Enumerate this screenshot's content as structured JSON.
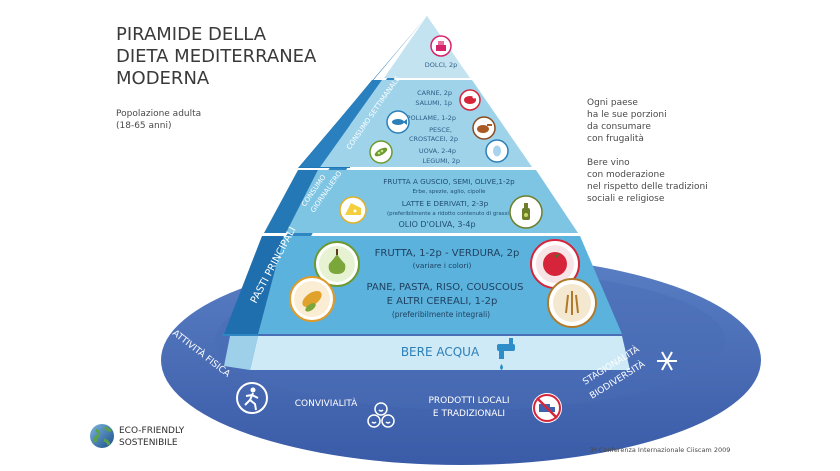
{
  "title": [
    "PIRAMIDE DELLA",
    "DIETA MEDITERRANEA",
    "MODERNA"
  ],
  "population": [
    "Popolazione adulta",
    "(18-65 anni)"
  ],
  "right_note_1": [
    "Ogni paese",
    "ha le sue porzioni",
    "da consumare",
    "con frugalità"
  ],
  "right_note_2": [
    "Bere vino",
    "con moderazione",
    "nel rispetto delle tradizioni",
    "sociali e religiose"
  ],
  "side_labels": {
    "weekly": "CONSUMO SETTIMANALE",
    "daily": [
      "CONSUMO",
      "GIORNALIERO"
    ],
    "meals": "PASTI PRINCIPALI"
  },
  "tiers": {
    "top": {
      "text": "DOLCI, 2p"
    },
    "weekly": {
      "lines": [
        "CARNE, 2p",
        "SALUMI, 1p",
        "POLLAME, 1-2p",
        "PESCE,",
        "CROSTACEI, 2p",
        "UOVA, 2-4p",
        "LEGUMI, 2p"
      ]
    },
    "daily": {
      "line1": "FRUTTA A GUSCIO, SEMI, OLIVE,1-2p",
      "line2": "Erbe, spezie, aglio, cipolle",
      "line3": "LATTE E DERIVATI, 2-3p",
      "line4": "(preferibilmente a ridotto contenuto di grassi)",
      "line5": "OLIO D'OLIVA, 3-4p"
    },
    "meals": {
      "line1": "FRUTTA, 1-2p - VERDURA, 2p",
      "line2": "(variare i colori)",
      "line3": "PANE, PASTA, RISO, COUSCOUS",
      "line4": "E ALTRI CEREALI, 1-2p",
      "line5": "(preferibilmente integrali)"
    },
    "water": {
      "text": "BERE ACQUA"
    }
  },
  "ellipse_labels": {
    "activity": "ATTIVITÀ FISICA",
    "conviviality": "CONVIVIALITÀ",
    "local": [
      "PRODOTTI LOCALI",
      "E TRADIZIONALI"
    ],
    "season": [
      "STAGIONALITÀ",
      "BIODIVERSITÀ"
    ]
  },
  "eco": [
    "ECO-FRIENDLY",
    "SOSTENIBILE"
  ],
  "footer": "3ª Conferenza Internazionale Ciiscam 2009",
  "colors": {
    "ellipse": "#3f62ae",
    "tier_top": "#c3e3f1",
    "tier_weekly": "#9ed3ea",
    "tier_daily": "#7ec4e3",
    "tier_meals": "#5bb2dc",
    "tier_left_face": "#2f86c2",
    "water_band": "#cdeaf6",
    "accent_red": "#d6243a",
    "accent_green": "#6d9a2f",
    "accent_orange": "#e09a27"
  },
  "icons": [
    "cake-icon",
    "meat-icon",
    "fish-icon",
    "chicken-icon",
    "legumes-icon",
    "egg-icon",
    "cheese-icon",
    "oil-bottle-icon",
    "pear-icon",
    "tomato-icon",
    "corn-icon",
    "wheat-icon",
    "tap-icon",
    "runner-icon",
    "smileys-icon",
    "no-truck-icon",
    "snowflake-icon",
    "globe-icon"
  ]
}
